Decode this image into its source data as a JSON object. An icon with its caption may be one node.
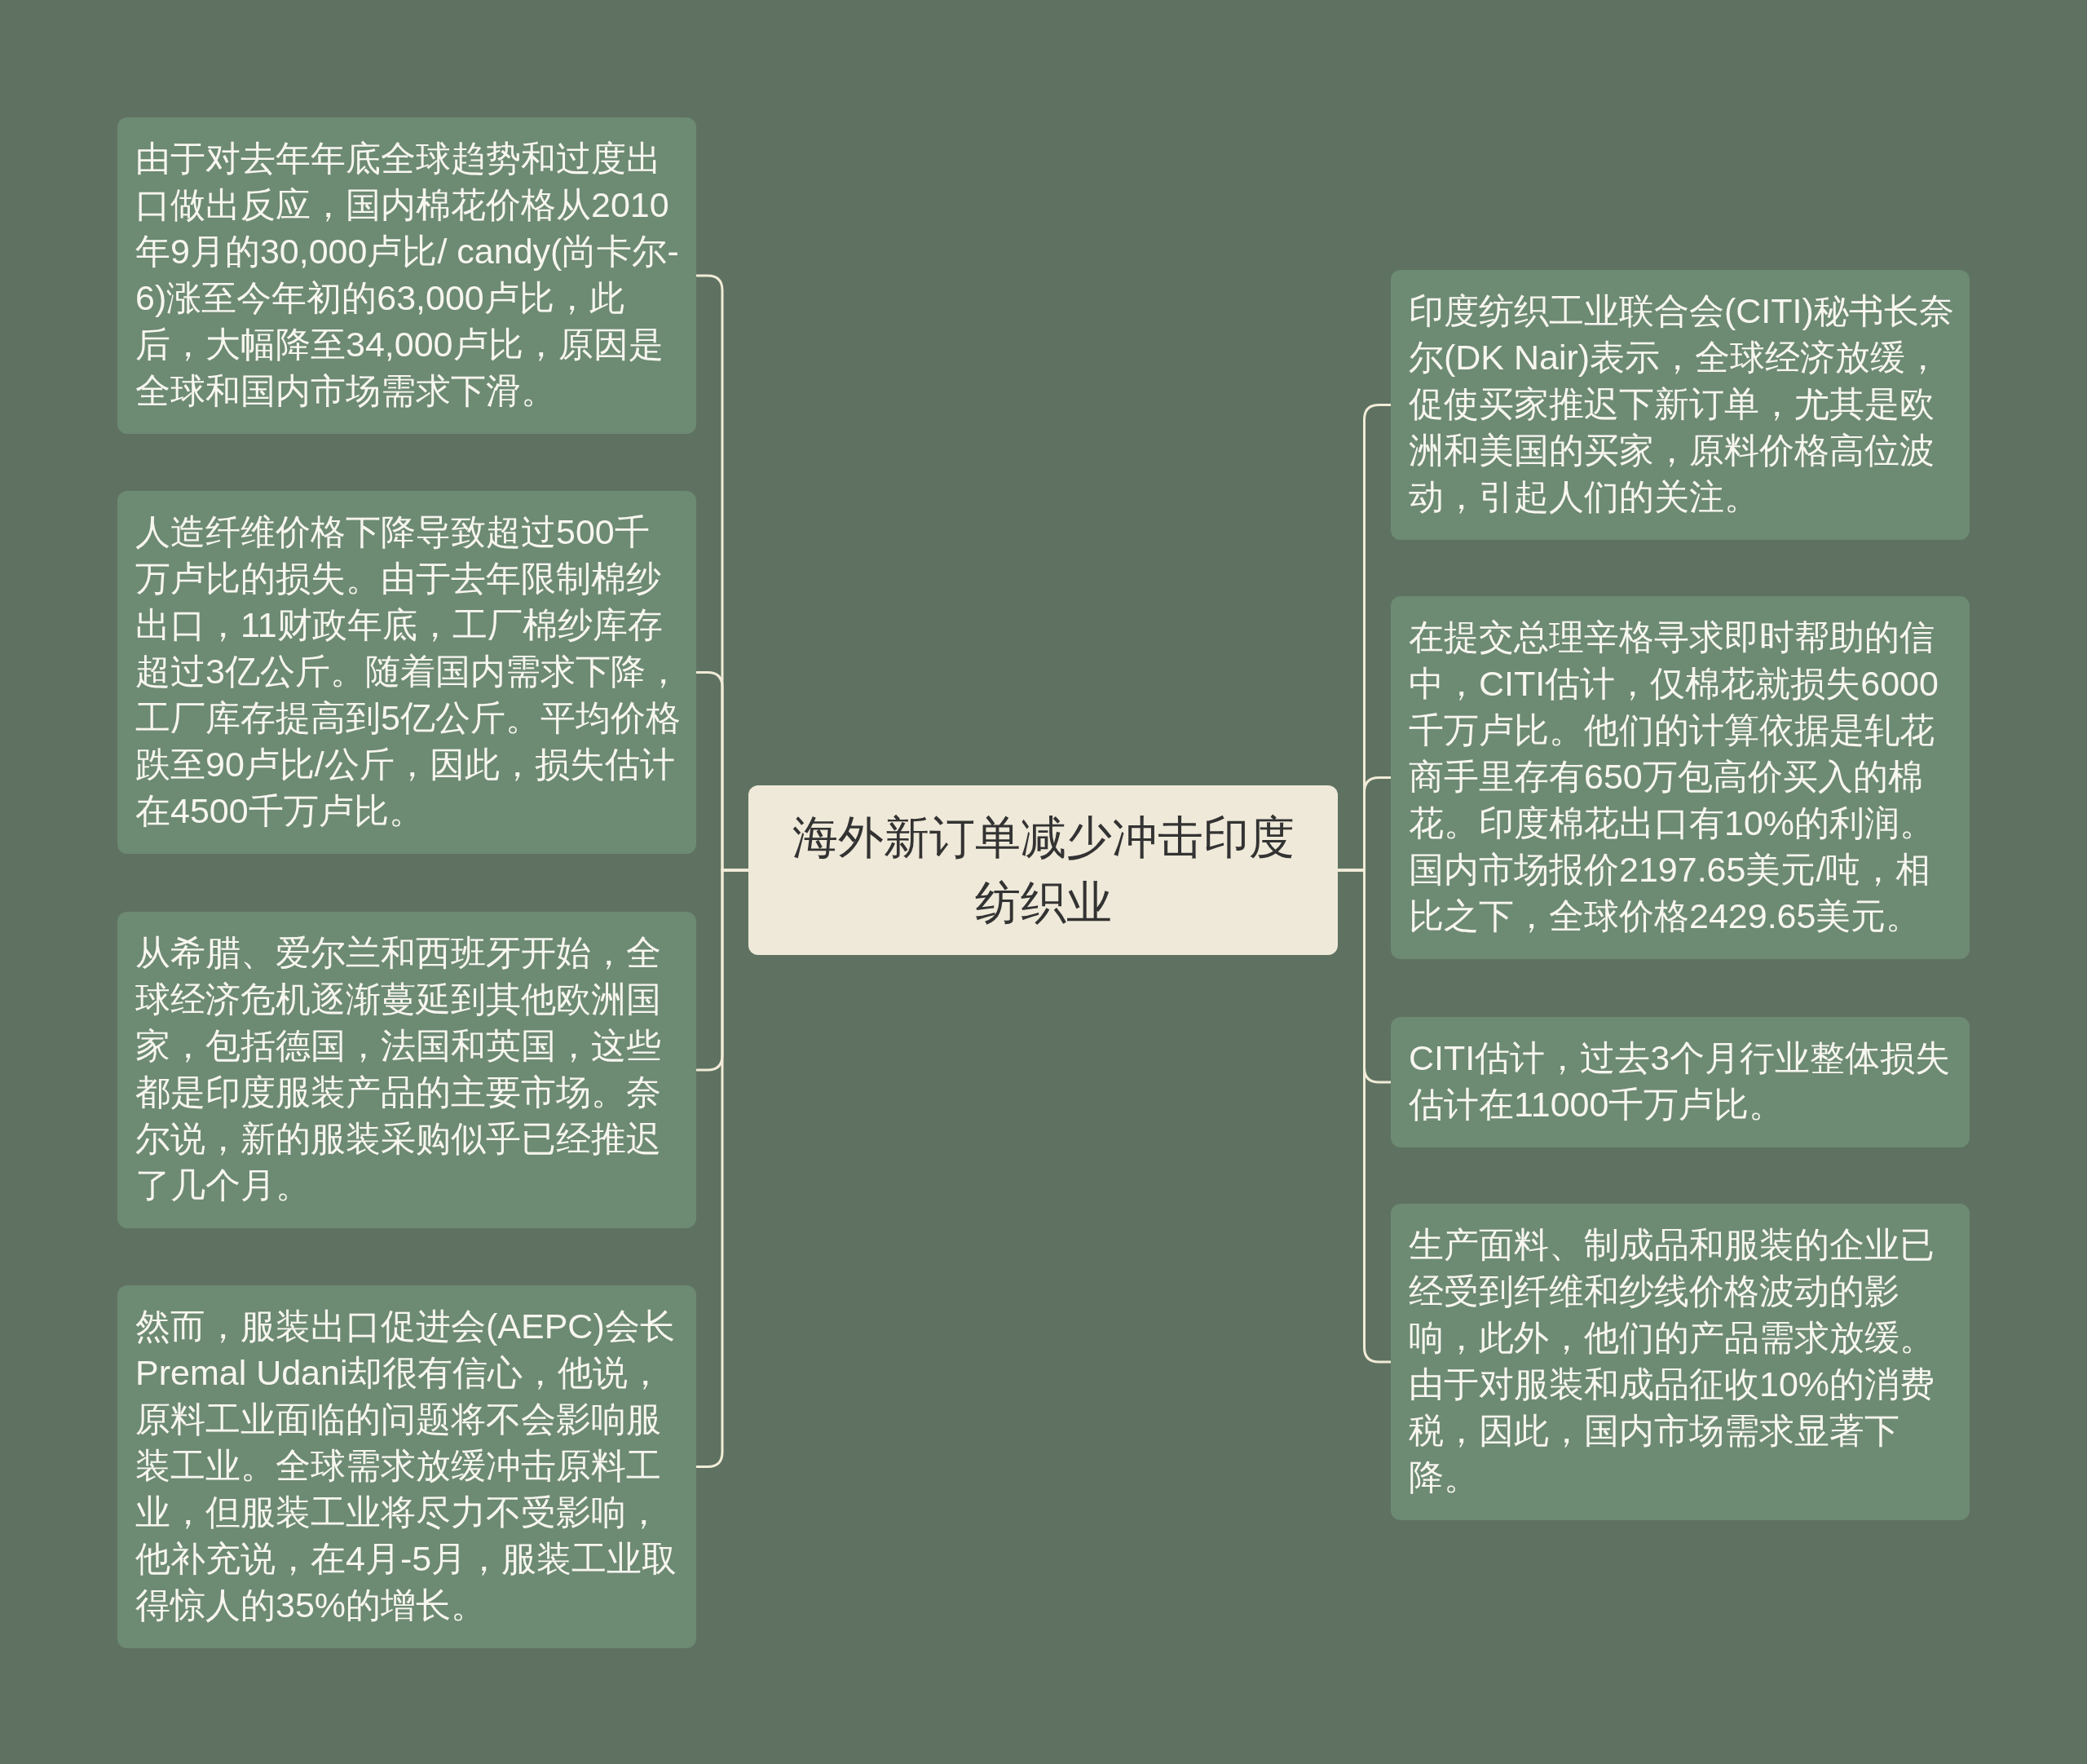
{
  "diagram": {
    "nodes": [
      {
        "text": [
          "海外新订单减少冲击印度纺织业"
        ]
      },
      {
        "text": [
          "由于对去年年底全球趋势和过度出口做出反应，国内棉花价格从2010年9月的30,000卢比/ candy(尚卡尔- 6)涨至今年初的63,000卢比，此后，大幅降至34,000卢比，原因是全球和国内市场需求下滑。"
        ]
      },
      {
        "text": [
          "人造纤维价格下降导致超过500千万卢比的损失。由于去年限制棉纱出口，11财政年底，工厂棉纱库存超过3亿公斤。随着国内需求下降，工厂库存提高到5亿公斤。平均价格跌至90卢比/公斤，因此，损失估计在4500千万卢比。"
        ]
      },
      {
        "text": [
          "从希腊、爱尔兰和西班牙开始，全球经济危机逐渐蔓延到其他欧洲国家，包括德国，法国和英国，这些都是印度服装产品的主要市场。奈尔说，新的服装采购似乎已经推迟了几个月。"
        ]
      },
      {
        "text": [
          "然而，服装出口促进会(AEPC)会长Premal Udani却很有信心，他说，原料工业面临的问题将不会影响服装工业。全球需求放缓冲击原料工业，但服装工业将尽力不受影响，他补充说，在4月-5月，服装工业取得惊人的35%的增长。"
        ]
      },
      {
        "text": [
          "印度纺织工业联合会(CITI)秘书长奈尔(DK Nair)表示，全球经济放缓，促使买家推迟下新订单，尤其是欧洲和美国的买家，原料价格高位波动，引起人们的关注。"
        ]
      },
      {
        "text": [
          "在提交总理辛格寻求即时帮助的信中，CITI估计，仅棉花就损失6000千万卢比。他们的计算依据是轧花商手里存有650万包高价买入的棉花。印度棉花出口有10%的利润。国内市场报价2197.65美元/吨，相比之下，全球价格2429.65美元。"
        ]
      },
      {
        "text": [
          "CITI估计，过去3个月行业整体损失估计在11000千万卢比。"
        ]
      },
      {
        "text": [
          "生产面料、制成品和服装的企业已经受到纤维和纱线价格波动的影响，此外，他们的产品需求放缓。由于对服装和成品征收10%的消费税，因此，国内市场需求显著下降。"
        ]
      }
    ],
    "edges": [
      {
        "from": 0,
        "to": 1,
        "arrow": "none"
      },
      {
        "from": 0,
        "to": 2,
        "arrow": "none"
      },
      {
        "from": 0,
        "to": 3,
        "arrow": "none"
      },
      {
        "from": 0,
        "to": 4,
        "arrow": "none"
      },
      {
        "from": 0,
        "to": 5,
        "arrow": "none"
      },
      {
        "from": 0,
        "to": 6,
        "arrow": "none"
      },
      {
        "from": 0,
        "to": 7,
        "arrow": "none"
      },
      {
        "from": 0,
        "to": 8,
        "arrow": "none"
      }
    ]
  }
}
